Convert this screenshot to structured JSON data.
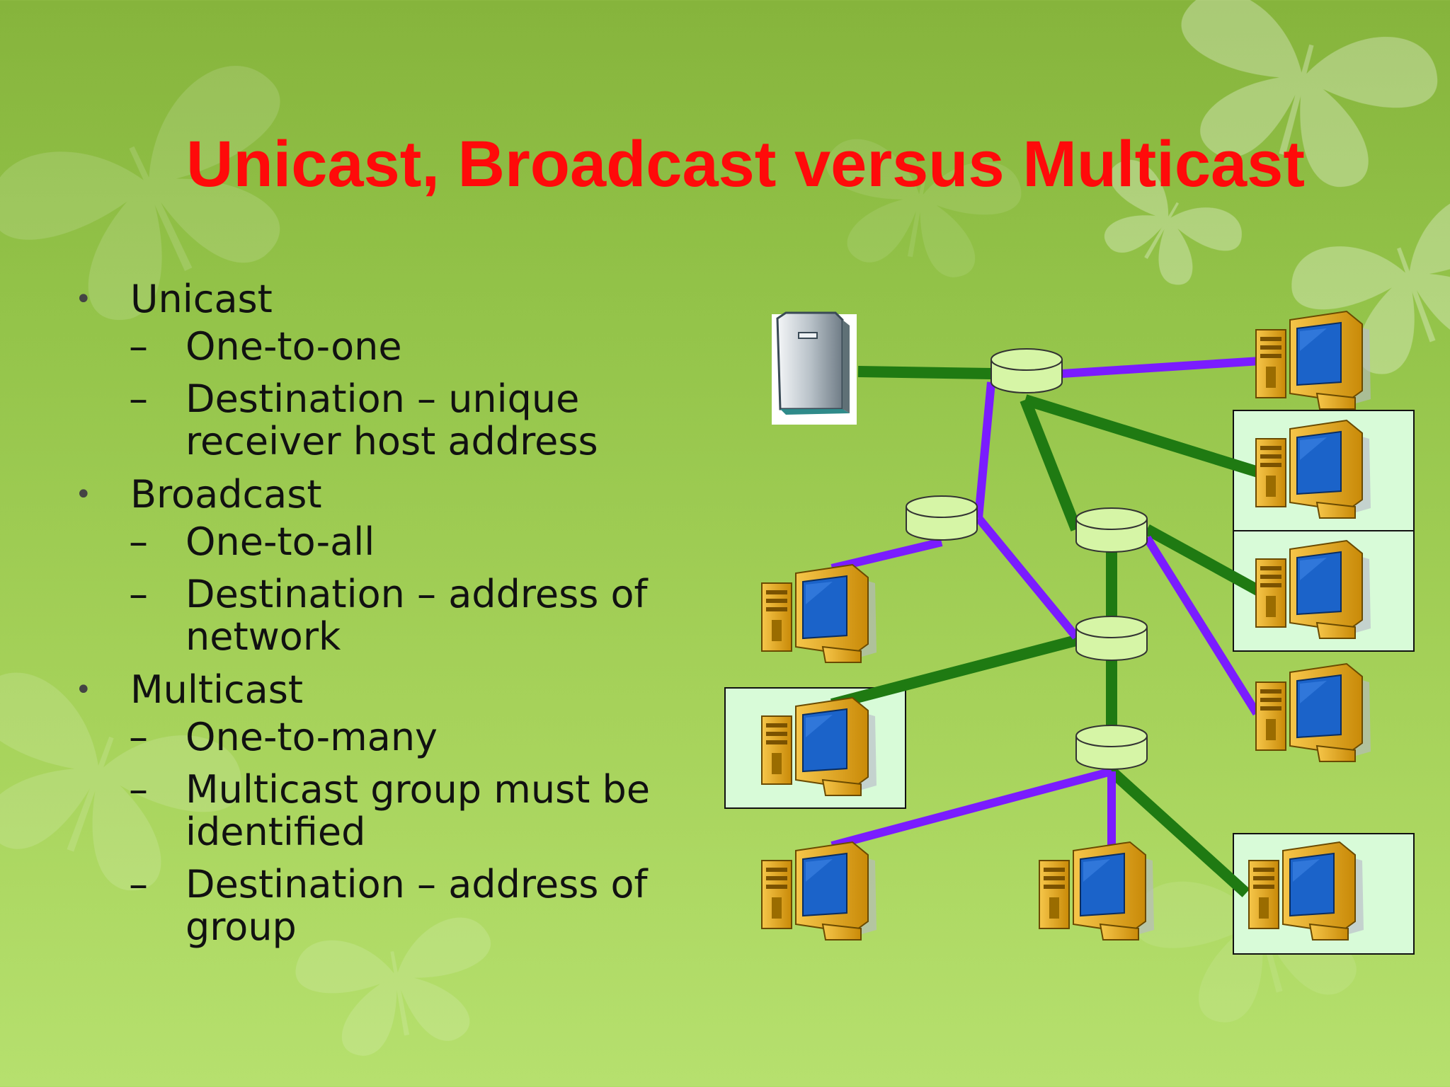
{
  "title": "Unicast, Broadcast versus Multicast",
  "bullets": [
    {
      "label": "Unicast",
      "items": [
        "One-to-one",
        "Destination – unique receiver host address"
      ]
    },
    {
      "label": "Broadcast",
      "items": [
        "One-to-all",
        "Destination – address of network"
      ]
    },
    {
      "label": "Multicast",
      "items": [
        "One-to-many",
        "Multicast group must be identified",
        "Destination – address of group"
      ]
    }
  ],
  "colors": {
    "title": "#ff0a0a",
    "unicast_link": "#7a1cff",
    "multicast_link": "#1f7a12",
    "router": "#d6f5a6",
    "group_box": "#d8fbd8",
    "monitor_screen": "#1b63c9",
    "pc_case": "#e8a412"
  },
  "icons": {
    "server": "server-icon",
    "router": "router-icon",
    "computer": "computer-icon"
  }
}
